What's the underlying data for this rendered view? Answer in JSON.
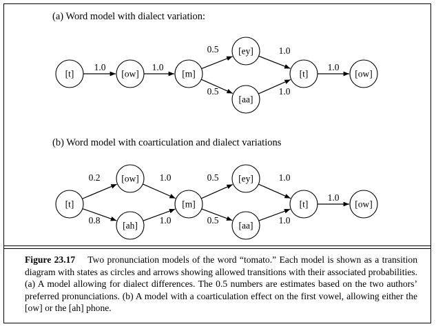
{
  "panels": [
    {
      "title": "(a) Word model with dialect variation:",
      "states": [
        {
          "id": "t1",
          "label": "[t]"
        },
        {
          "id": "ow",
          "label": "[ow]"
        },
        {
          "id": "m",
          "label": "[m]"
        },
        {
          "id": "ey",
          "label": "[ey]"
        },
        {
          "id": "aa",
          "label": "[aa]"
        },
        {
          "id": "t2",
          "label": "[t]"
        },
        {
          "id": "ow2",
          "label": "[ow]"
        }
      ],
      "transitions": [
        {
          "from": "t1",
          "to": "ow",
          "prob": "1.0"
        },
        {
          "from": "ow",
          "to": "m",
          "prob": "1.0"
        },
        {
          "from": "m",
          "to": "ey",
          "prob": "0.5"
        },
        {
          "from": "m",
          "to": "aa",
          "prob": "0.5"
        },
        {
          "from": "ey",
          "to": "t2",
          "prob": "1.0"
        },
        {
          "from": "aa",
          "to": "t2",
          "prob": "1.0"
        },
        {
          "from": "t2",
          "to": "ow2",
          "prob": "1.0"
        }
      ]
    },
    {
      "title": "(b) Word model with coarticulation and dialect variations",
      "states": [
        {
          "id": "t1",
          "label": "[t]"
        },
        {
          "id": "ow",
          "label": "[ow]"
        },
        {
          "id": "ah",
          "label": "[ah]"
        },
        {
          "id": "m",
          "label": "[m]"
        },
        {
          "id": "ey",
          "label": "[ey]"
        },
        {
          "id": "aa",
          "label": "[aa]"
        },
        {
          "id": "t2",
          "label": "[t]"
        },
        {
          "id": "ow2",
          "label": "[ow]"
        }
      ],
      "transitions": [
        {
          "from": "t1",
          "to": "ow",
          "prob": "0.2"
        },
        {
          "from": "t1",
          "to": "ah",
          "prob": "0.8"
        },
        {
          "from": "ow",
          "to": "m",
          "prob": "1.0"
        },
        {
          "from": "ah",
          "to": "m",
          "prob": "1.0"
        },
        {
          "from": "m",
          "to": "ey",
          "prob": "0.5"
        },
        {
          "from": "m",
          "to": "aa",
          "prob": "0.5"
        },
        {
          "from": "ey",
          "to": "t2",
          "prob": "1.0"
        },
        {
          "from": "aa",
          "to": "t2",
          "prob": "1.0"
        },
        {
          "from": "t2",
          "to": "ow2",
          "prob": "1.0"
        }
      ]
    }
  ],
  "caption": {
    "label": "Figure 23.17",
    "text": "Two pronunciation models of the word “tomato.” Each model is shown as a transition diagram with states as circles and arrows showing allowed transitions with their associated probabilities. (a) A model allowing for dialect differences. The 0.5 numbers are estimates based on the two authors’ preferred pronunciations. (b) A model with a coarticulation effect on the first vowel, allowing either the [ow] or the [ah] phone."
  }
}
